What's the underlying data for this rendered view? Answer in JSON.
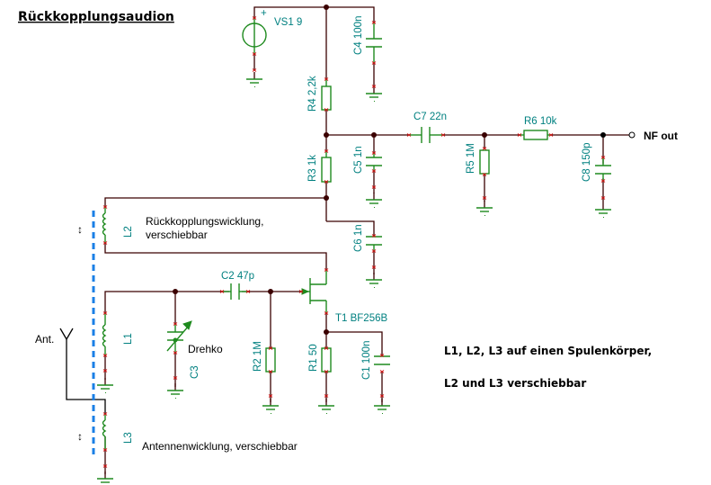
{
  "title": "Rückkopplungsaudion",
  "colors": {
    "wire": "#3a0000",
    "component": "#1e8a1e",
    "label": "#008080",
    "pin_marker": "#d01010",
    "coil_core": "#1a7fe6"
  },
  "components": {
    "vs1": {
      "label": "VS1 9",
      "polarity": "+"
    },
    "c4": {
      "label": "C4 100n"
    },
    "r4": {
      "label": "R4 2,2k"
    },
    "r3": {
      "label": "R3 1k"
    },
    "c5": {
      "label": "C5 1n"
    },
    "c6": {
      "label": "C6 1n"
    },
    "c7": {
      "label": "C7 22n"
    },
    "r5": {
      "label": "R5 1M"
    },
    "r6": {
      "label": "R6 10k"
    },
    "c8": {
      "label": "C8 150p"
    },
    "c2": {
      "label": "C2 47p"
    },
    "t1": {
      "label": "T1 BF256B"
    },
    "r1": {
      "label": "R1 50"
    },
    "c1": {
      "label": "C1 100n"
    },
    "r2": {
      "label": "R2 1M"
    },
    "c3": {
      "label": "C3",
      "note": "Drehko"
    },
    "l1": {
      "label": "L1"
    },
    "l2": {
      "label": "L2"
    },
    "l3": {
      "label": "L3"
    }
  },
  "annotations": {
    "l2_desc_line1": "Rückkopplungswicklung,",
    "l2_desc_line2": "verschiebbar",
    "l3_desc": "Antennenwicklung, verschiebbar",
    "antenna": "Ant.",
    "output": "NF out",
    "note_line1": "L1, L2, L3 auf einen Spulenkörper,",
    "note_line2": "L2 und L3 verschiebbar",
    "move_arrow_symbol": "↕"
  }
}
